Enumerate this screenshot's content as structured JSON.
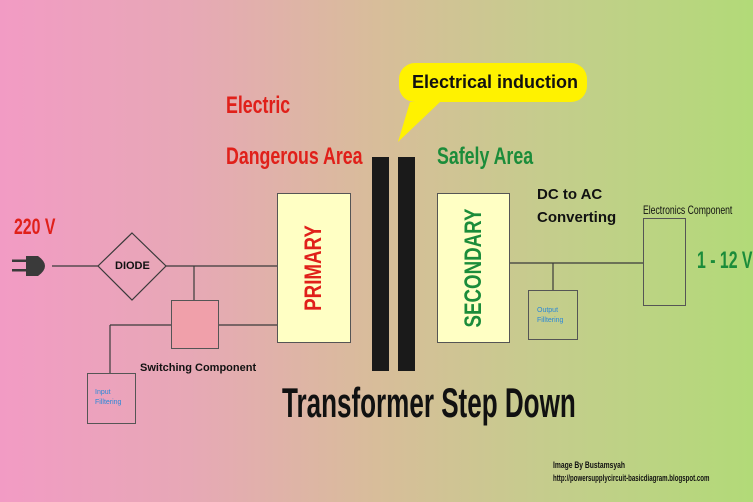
{
  "labels": {
    "voltage_in": "220 V",
    "electric": "Electric",
    "dangerous_area": "Dangerous Area",
    "safely_area": "Safely Area",
    "induction": "Electrical induction",
    "diode": "DIODE",
    "primary": "PRIMARY",
    "secondary": "SECONDARY",
    "dc_to_ac": "DC to AC",
    "converting": "Converting",
    "electronics_component": "Electronics Component",
    "voltage_out": "1 - 12 V",
    "switching_component": "Switching Component",
    "input_filtering_1": "Input",
    "input_filtering_2": "Filltering",
    "output_filtering_1": "Output",
    "output_filtering_2": "Filltering",
    "title": "Transformer Step Down",
    "credit": "Image By Bustamsyah",
    "url": "http://powersupplycircuit-basicdiagram.blogspot.com"
  },
  "colors": {
    "danger_red": "#e0201a",
    "safe_green": "#1b8c3a",
    "box_yellow": "#ffffc4",
    "callout_yellow": "#fff200",
    "switch_pink": "#f0a0aa",
    "core_black": "#1a1a1a",
    "filter_text": "#2a88d8"
  }
}
